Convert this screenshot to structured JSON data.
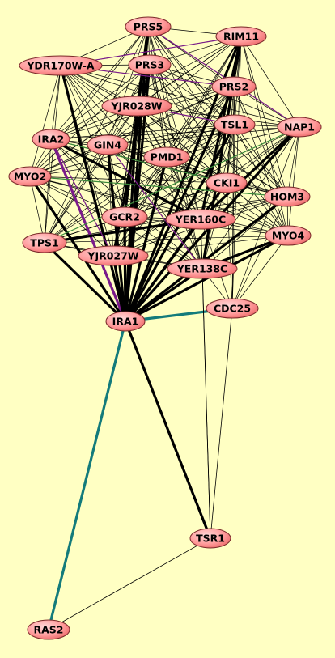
{
  "colors": {
    "background": "#ffffc3",
    "node_fill_light": "#ffd0d0",
    "node_fill_dark": "#f06666",
    "node_stroke": "#7a2a2a",
    "edge_default": "#000000",
    "edge_teal": "#137b7b",
    "edge_purple": "#7a1a8a",
    "edge_green": "#3a8a3a"
  },
  "network": {
    "hub": "IRA1",
    "nodes": [
      {
        "id": "PRS5",
        "label": "PRS5"
      },
      {
        "id": "RIM11",
        "label": "RIM11"
      },
      {
        "id": "YDR170W-A",
        "label": "YDR170W-A"
      },
      {
        "id": "PRS3",
        "label": "PRS3"
      },
      {
        "id": "PRS2",
        "label": "PRS2"
      },
      {
        "id": "YJR028W",
        "label": "YJR028W"
      },
      {
        "id": "TSL1",
        "label": "TSL1"
      },
      {
        "id": "NAP1",
        "label": "NAP1"
      },
      {
        "id": "IRA2",
        "label": "IRA2"
      },
      {
        "id": "GIN4",
        "label": "GIN4"
      },
      {
        "id": "PMD1",
        "label": "PMD1"
      },
      {
        "id": "MYO2",
        "label": "MYO2"
      },
      {
        "id": "CKI1",
        "label": "CKI1"
      },
      {
        "id": "HOM3",
        "label": "HOM3"
      },
      {
        "id": "GCR2",
        "label": "GCR2"
      },
      {
        "id": "YER160C",
        "label": "YER160C"
      },
      {
        "id": "MYO4",
        "label": "MYO4"
      },
      {
        "id": "TPS1",
        "label": "TPS1"
      },
      {
        "id": "YJR027W",
        "label": "YJR027W"
      },
      {
        "id": "YER138C",
        "label": "YER138C"
      },
      {
        "id": "CDC25",
        "label": "CDC25"
      },
      {
        "id": "IRA1",
        "label": "IRA1"
      },
      {
        "id": "TSR1",
        "label": "TSR1"
      },
      {
        "id": "RAS2",
        "label": "RAS2"
      }
    ],
    "highlight_edges": [
      {
        "source": "IRA1",
        "target": "RAS2",
        "type": "teal"
      },
      {
        "source": "IRA1",
        "target": "CDC25",
        "type": "teal"
      },
      {
        "source": "IRA1",
        "target": "TSR1",
        "type": "thick"
      },
      {
        "source": "RAS2",
        "target": "TSR1",
        "type": "thin"
      },
      {
        "source": "TSR1",
        "target": "CDC25",
        "type": "thin"
      },
      {
        "source": "TSR1",
        "target": "YER138C",
        "type": "thin"
      },
      {
        "source": "TSR1",
        "target": "YER160C",
        "type": "thin"
      },
      {
        "source": "IRA1",
        "target": "IRA2",
        "type": "purple"
      },
      {
        "source": "IRA1",
        "target": "RIM11",
        "type": "thick"
      },
      {
        "source": "IRA1",
        "target": "PRS3",
        "type": "thick"
      },
      {
        "source": "IRA1",
        "target": "PRS5",
        "type": "thick"
      },
      {
        "source": "IRA1",
        "target": "YJR027W",
        "type": "thick"
      },
      {
        "source": "IRA1",
        "target": "GCR2",
        "type": "thick"
      },
      {
        "source": "IRA1",
        "target": "YDR170W-A",
        "type": "thick"
      },
      {
        "source": "IRA1",
        "target": "MYO2",
        "type": "thick"
      },
      {
        "source": "IRA1",
        "target": "TPS1",
        "type": "thick"
      },
      {
        "source": "IRA1",
        "target": "YER160C",
        "type": "thick"
      },
      {
        "source": "IRA1",
        "target": "YER138C",
        "type": "thick"
      },
      {
        "source": "IRA1",
        "target": "PMD1",
        "type": "thick"
      },
      {
        "source": "IRA1",
        "target": "PRS2",
        "type": "thick"
      },
      {
        "source": "IRA1",
        "target": "NAP1",
        "type": "thick"
      },
      {
        "source": "IRA1",
        "target": "MYO4",
        "type": "thick"
      },
      {
        "source": "IRA1",
        "target": "CKI1",
        "type": "thick"
      },
      {
        "source": "IRA1",
        "target": "GIN4",
        "type": "thick"
      },
      {
        "source": "IRA1",
        "target": "TSL1",
        "type": "thick"
      },
      {
        "source": "IRA1",
        "target": "HOM3",
        "type": "thick"
      },
      {
        "source": "IRA1",
        "target": "YJR028W",
        "type": "thick"
      },
      {
        "source": "YER138C",
        "target": "MYO4",
        "type": "thick"
      },
      {
        "source": "YER160C",
        "target": "NAP1",
        "type": "thick"
      },
      {
        "source": "PRS3",
        "target": "YJR027W",
        "type": "thick"
      },
      {
        "source": "PRS5",
        "target": "GCR2",
        "type": "thick"
      },
      {
        "source": "YER160C",
        "target": "RIM11",
        "type": "thick"
      },
      {
        "source": "YER138C",
        "target": "RIM11",
        "type": "thick"
      },
      {
        "source": "TPS1",
        "target": "YER160C",
        "type": "thick"
      },
      {
        "source": "IRA2",
        "target": "YER160C",
        "type": "thick"
      },
      {
        "source": "YJR027W",
        "target": "IRA2",
        "type": "purple"
      },
      {
        "source": "YDR170W-A",
        "target": "RIM11",
        "type": "purple"
      },
      {
        "source": "PRS5",
        "target": "NAP1",
        "type": "purple"
      },
      {
        "source": "YJR028W",
        "target": "TSL1",
        "type": "purple"
      },
      {
        "source": "GIN4",
        "target": "YER138C",
        "type": "purple"
      },
      {
        "source": "YDR170W-A",
        "target": "PRS2",
        "type": "purple"
      },
      {
        "source": "MYO2",
        "target": "HOM3",
        "type": "green"
      },
      {
        "source": "IRA2",
        "target": "CKI1",
        "type": "green"
      },
      {
        "source": "TPS1",
        "target": "NAP1",
        "type": "green"
      }
    ]
  }
}
